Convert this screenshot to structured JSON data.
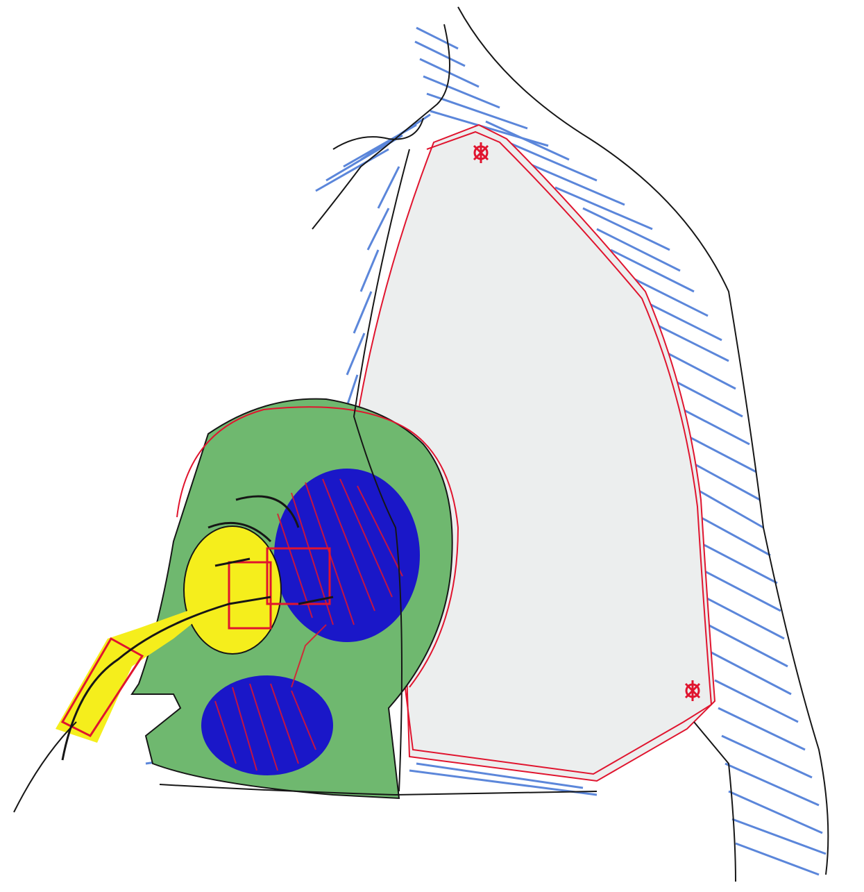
{
  "image": {
    "kind": "hand-drawn colored sketch",
    "colors": {
      "background": "#ffffff",
      "large_region_fill": "#eceeee",
      "green_region_fill": "#6fb86f",
      "blue_blob_fill": "#1a17c8",
      "yellow_fill": "#f5ee1c",
      "red_ink": "#e0142e",
      "black_ink": "#161616",
      "blue_hatch": "#3f72d4"
    },
    "marks": [
      "red-star-mark-top",
      "red-star-mark-bottom"
    ]
  }
}
